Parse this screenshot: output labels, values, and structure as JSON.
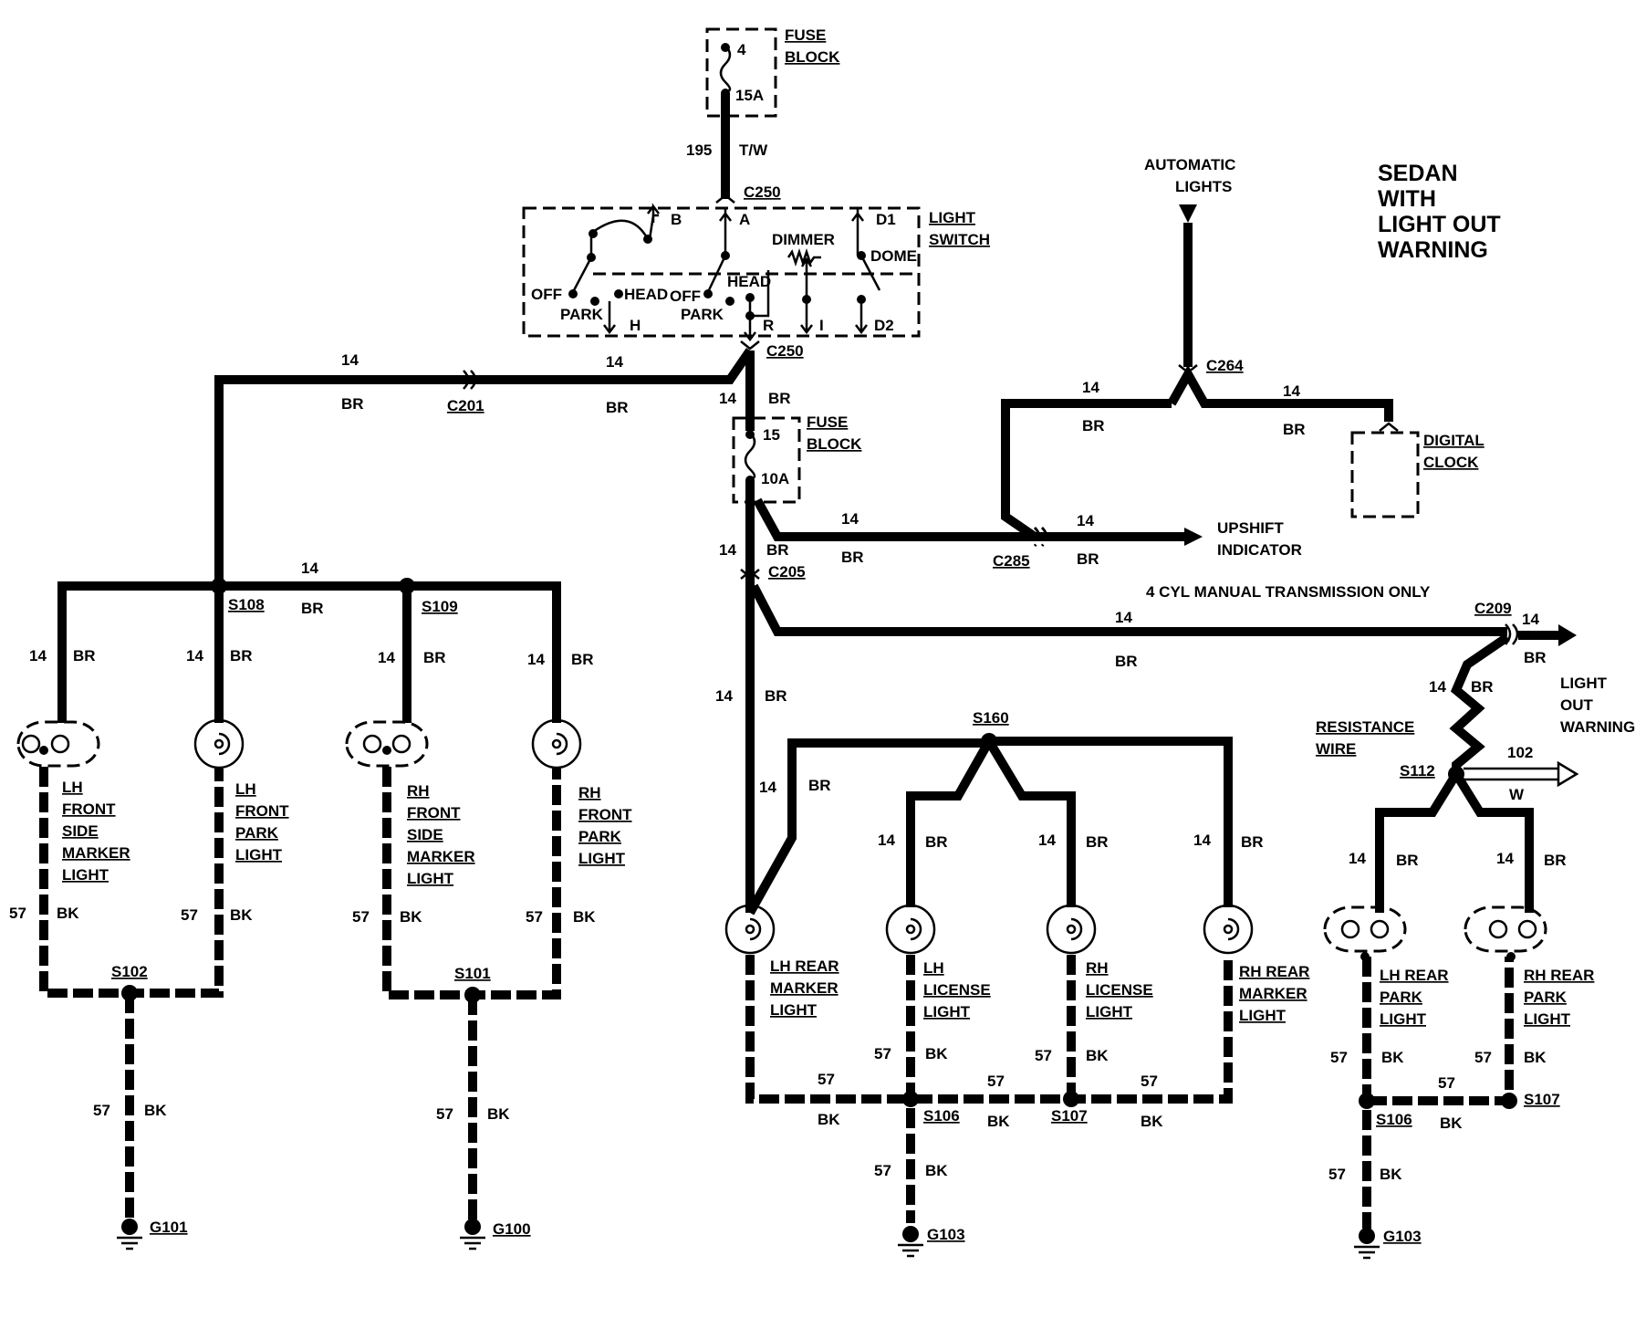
{
  "title": [
    "SEDAN",
    "WITH",
    "LIGHT OUT",
    "WARNING"
  ],
  "components": {
    "fuse_block_top": {
      "label": [
        "FUSE",
        "BLOCK"
      ],
      "fuse_no": "4",
      "rating": "15A"
    },
    "fuse_block_mid": {
      "label": [
        "FUSE",
        "BLOCK"
      ],
      "fuse_no": "15",
      "rating": "10A"
    },
    "light_switch": {
      "label": [
        "LIGHT",
        "SWITCH"
      ],
      "terminals": [
        "B",
        "A",
        "D1",
        "H",
        "R",
        "I",
        "D2"
      ],
      "positions": [
        "OFF",
        "PARK",
        "HEAD",
        "OFF",
        "PARK",
        "HEAD",
        "DIMMER",
        "DOME"
      ]
    },
    "automatic_lights": [
      "AUTOMATIC",
      "LIGHTS"
    ],
    "digital_clock": [
      "DIGITAL",
      "CLOCK"
    ],
    "upshift_indicator": [
      "UPSHIFT",
      "INDICATOR"
    ],
    "upshift_note": "4 CYL MANUAL TRANSMISSION ONLY",
    "light_out_warning": [
      "LIGHT",
      "OUT",
      "WARNING"
    ],
    "resistance_wire": [
      "RESISTANCE",
      "WIRE"
    ],
    "lamps": {
      "lh_front_side_marker": [
        "LH",
        "FRONT",
        "SIDE",
        "MARKER",
        "LIGHT"
      ],
      "lh_front_park": [
        "LH",
        "FRONT",
        "PARK",
        "LIGHT"
      ],
      "rh_front_side_marker": [
        "RH",
        "FRONT",
        "SIDE",
        "MARKER",
        "LIGHT"
      ],
      "rh_front_park": [
        "RH",
        "FRONT",
        "PARK",
        "LIGHT"
      ],
      "lh_rear_marker": [
        "LH REAR",
        "MARKER",
        "LIGHT"
      ],
      "lh_license": [
        "LH",
        "LICENSE",
        "LIGHT"
      ],
      "rh_license": [
        "RH",
        "LICENSE",
        "LIGHT"
      ],
      "rh_rear_marker": [
        "RH REAR",
        "MARKER",
        "LIGHT"
      ],
      "lh_rear_park": [
        "LH REAR",
        "PARK",
        "LIGHT"
      ],
      "rh_rear_park": [
        "RH REAR",
        "PARK",
        "LIGHT"
      ]
    }
  },
  "connectors": {
    "c250": "C250",
    "c201": "C201",
    "c264": "C264",
    "c285": "C285",
    "c205": "C205",
    "c209": "C209"
  },
  "splices": {
    "s108": "S108",
    "s109": "S109",
    "s102": "S102",
    "s101": "S101",
    "s160": "S160",
    "s106": "S106",
    "s107": "S107",
    "s112": "S112"
  },
  "grounds": {
    "g101": "G101",
    "g100": "G100",
    "g103": "G103"
  },
  "wires": {
    "c195": "195",
    "tw": "T/W",
    "c14": "14",
    "br": "BR",
    "c57": "57",
    "bk": "BK",
    "c102": "102",
    "w": "W"
  }
}
